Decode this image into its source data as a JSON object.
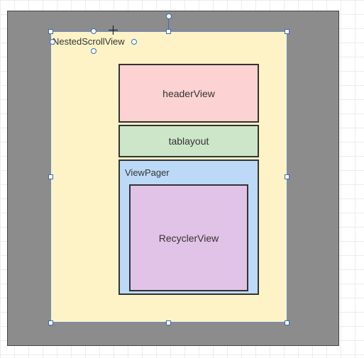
{
  "diagram": {
    "nested_scroll_view": {
      "label": "NestedScrollView",
      "fill": "#fdf3c6"
    },
    "header_view": {
      "label": "headerView",
      "fill": "#fcd2d2"
    },
    "tab_layout": {
      "label": "tablayout",
      "fill": "#cde6c9"
    },
    "view_pager": {
      "label": "ViewPager",
      "fill": "#bcdaf7"
    },
    "recycler_view": {
      "label": "RecyclerView",
      "fill": "#e2c3e8"
    },
    "outer_frame_fill": "#8c8c8c",
    "selection_color": "#3b6bb5"
  }
}
